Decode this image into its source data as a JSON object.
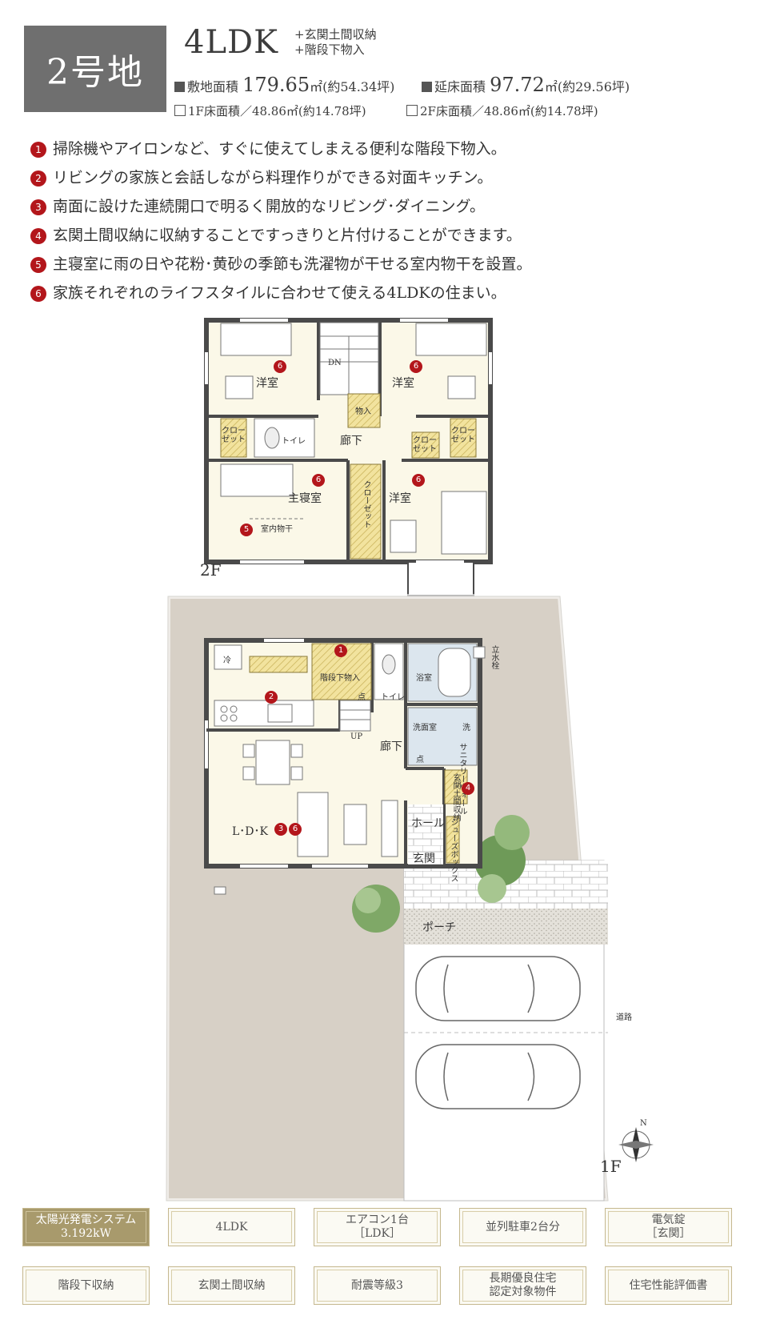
{
  "header": {
    "lot": "2号地",
    "plan_type": "4LDK",
    "plan_extra_1": "+玄関土間収納",
    "plan_extra_2": "+階段下物入",
    "site_area_label": "敷地面積",
    "site_area_value": "179.65",
    "site_area_unit": "㎡(約54.34坪)",
    "floor_area_label": "延床面積",
    "floor_area_value": "97.72",
    "floor_area_unit": "㎡(約29.56坪)",
    "f1_area": "1F床面積／48.86㎡(約14.78坪)",
    "f2_area": "2F床面積／48.86㎡(約14.78坪)"
  },
  "features": [
    {
      "num": "1",
      "text": "掃除機やアイロンなど、すぐに使えてしまえる便利な階段下物入。"
    },
    {
      "num": "2",
      "text": "リビングの家族と会話しながら料理作りができる対面キッチン。"
    },
    {
      "num": "3",
      "text": "南面に設けた連続開口で明るく開放的なリビング･ダイニング。"
    },
    {
      "num": "4",
      "text": "玄関土間収納に収納することですっきりと片付けることができます。"
    },
    {
      "num": "5",
      "text": "主寝室に雨の日や花粉･黄砂の季節も洗濯物が干せる室内物干を設置。"
    },
    {
      "num": "6",
      "text": "家族それぞれのライフスタイルに合わせて使える4LDKの住まい。"
    }
  ],
  "floor2": {
    "label": "2F",
    "room_nw": "洋室",
    "room_ne": "洋室",
    "room_se": "洋室",
    "master": "主寝室",
    "hall": "廊下",
    "toilet": "トイレ",
    "closet_1": "クロー\nゼット",
    "closet_2": "クロー\nゼット",
    "closet_3": "クロー\nゼット",
    "closet_long": "クローゼット",
    "storage": "物入",
    "down": "DN",
    "drying": "室内物干",
    "pins": [
      "6",
      "6",
      "6",
      "6",
      "5"
    ]
  },
  "floor1": {
    "label": "1F",
    "fridge": "冷",
    "under_stairs": "階段下物入",
    "point": "点",
    "toilet": "トイレ",
    "bath": "浴室",
    "washroom": "洗面室",
    "washer": "洗",
    "hall": "廊下",
    "up": "UP",
    "sanitary": "サニタリーウォール",
    "point2": "点",
    "genkan_storage": "玄関土間収納",
    "hall2": "ホール",
    "entrance": "玄関",
    "shoe": "シューズボックス",
    "ldk": "L･D･K",
    "porch": "ポーチ",
    "road": "道路",
    "faucet": "立水栓",
    "north": "N",
    "pins": [
      "1",
      "2",
      "3",
      "6",
      "4"
    ]
  },
  "specs": [
    {
      "line1": "太陽光発電システム",
      "line2": "3.192kW",
      "highlight": true
    },
    {
      "line1": "4LDK",
      "line2": ""
    },
    {
      "line1": "エアコン1台",
      "line2": "［LDK］"
    },
    {
      "line1": "並列駐車2台分",
      "line2": ""
    },
    {
      "line1": "電気錠",
      "line2": "［玄関］"
    },
    {
      "line1": "階段下収納",
      "line2": ""
    },
    {
      "line1": "玄関土間収納",
      "line2": ""
    },
    {
      "line1": "耐震等級3",
      "line2": ""
    },
    {
      "line1": "長期優良住宅",
      "line2": "認定対象物件"
    },
    {
      "line1": "住宅性能評価書",
      "line2": ""
    }
  ],
  "colors": {
    "badge": "#6f6f6f",
    "pin": "#b3161b",
    "room_fill": "#fbf8e8",
    "storage_fill": "#f2e39e",
    "site_fill": "#d7d0c6",
    "spec_gold": "#a89a6c"
  }
}
